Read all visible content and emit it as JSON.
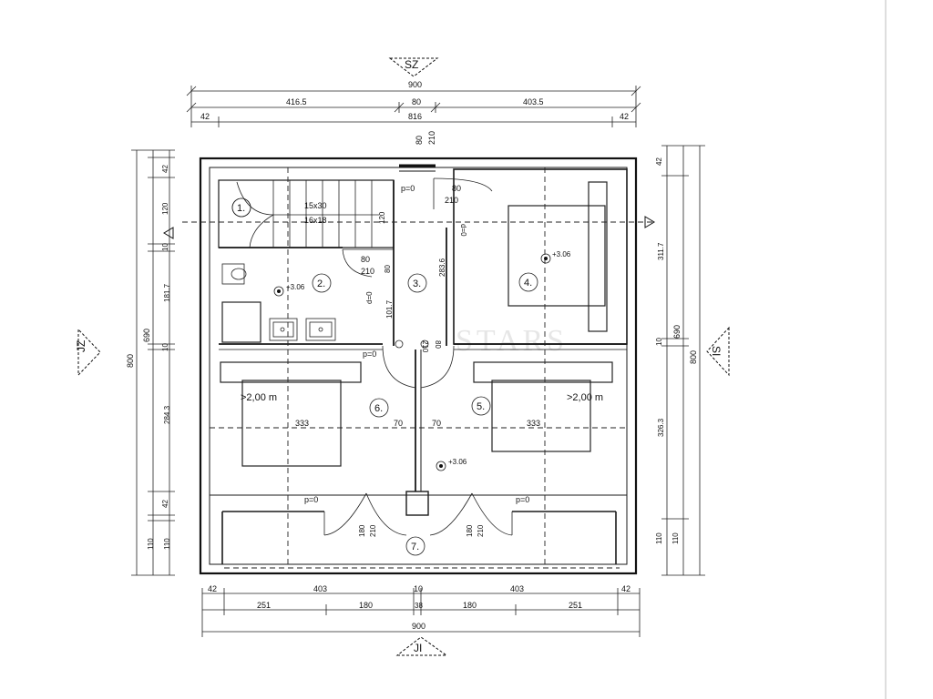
{
  "orientation": {
    "north": "SZ",
    "south": "JI",
    "west": "JZ",
    "east": "SI"
  },
  "dimensions": {
    "top_total": "900",
    "top_segments": [
      "416.5",
      "80",
      "403.5"
    ],
    "top_inner": [
      "42",
      "816",
      "42"
    ],
    "door_top": [
      "80",
      "210"
    ],
    "bottom_outer": [
      "42",
      "403",
      "10",
      "403",
      "42"
    ],
    "bottom_inner": [
      "251",
      "180",
      "38",
      "180",
      "251"
    ],
    "bottom_total": "900",
    "left_outer": "800",
    "left_mid": "690",
    "left_segments": [
      "42",
      "120",
      "10",
      "181.7",
      "10",
      "284.3",
      "42",
      "110"
    ],
    "left_inner": "110",
    "right_outer": "800",
    "right_mid": "690",
    "right_segments": [
      "42",
      "311.7",
      "10",
      "326.3",
      "110"
    ],
    "right_inner": "110"
  },
  "rooms": {
    "r1": "1.",
    "r2": "2.",
    "r3": "3.",
    "r4": "4.",
    "r5": "5.",
    "r6": "6.",
    "r7": "7."
  },
  "annotations": {
    "stairs": [
      "15x30",
      "16x18"
    ],
    "p0": "p=0",
    "d0": "d=0",
    "height_left": ">2,00 m",
    "height_right": ">2,00 m",
    "width_left": "333",
    "width_right": "333",
    "width_mid": [
      "70",
      "70"
    ],
    "door_80": "80",
    "door_210": "210",
    "door_180": "180",
    "door_120": "120",
    "v_283": "283.6",
    "v_101": "101.7",
    "level": "+3.06"
  },
  "watermark": "STARS"
}
